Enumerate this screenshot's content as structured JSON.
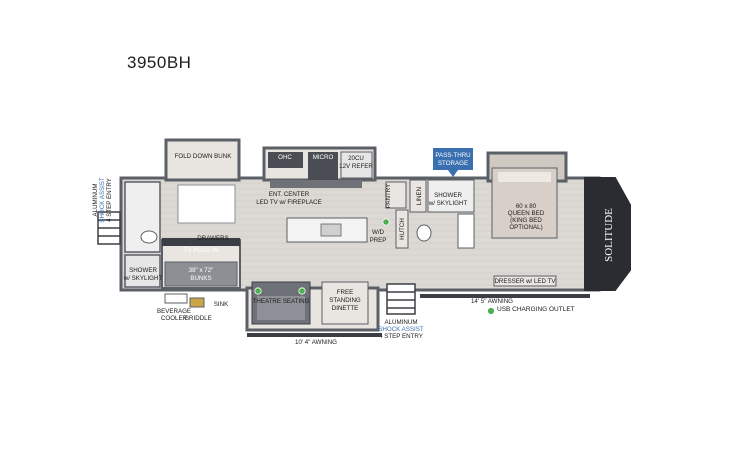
{
  "model": "3950BH",
  "labels": {
    "fold_down_bunk": "FOLD DOWN BUNK",
    "ohc": "OHC",
    "micro": "MICRO",
    "refer_1": "20CU",
    "refer_2": "12V REFER",
    "ent_center_1": "ENT. CENTER",
    "ent_center_2": "LED TV w/ FIREPLACE",
    "pass_thru_1": "PASS-THRU",
    "pass_thru_2": "STORAGE",
    "linen": "LINEN",
    "pantry": "PANTRY",
    "hutch": "HUTCH",
    "wd_prep_1": "W/D",
    "wd_prep_2": "PREP",
    "shower_skylight_1": "SHOWER",
    "shower_skylight_2": "w/ SKYLIGHT",
    "queen_bed_1": "60 x 80",
    "queen_bed_2": "QUEEN BED",
    "queen_bed_3": "(KING BED",
    "queen_bed_4": "OPTIONAL)",
    "dresser": "DRESSER w/ LED TV",
    "awning_front": "14' 5\" AWNING",
    "awning_rear": "10' 4\" AWNING",
    "usb_outlet": "USB CHARGING OUTLET",
    "drawers": "DRAWERS",
    "tv_plug": "TV PLUG IN",
    "bunks_1": "38\" x 72\"",
    "bunks_2": "BUNKS",
    "shower_rear_1": "SHOWER",
    "shower_rear_2": "w/ SKYLIGHT",
    "theatre_seating": "THEATRE SEATING",
    "dinette_1": "FREE",
    "dinette_2": "STANDING",
    "dinette_3": "DINETTE",
    "beverage_cooler_1": "BEVERAGE",
    "beverage_cooler_2": "COOLER",
    "griddle": "GRIDDLE",
    "sink": "SINK",
    "entry_rear_1": "ALUMINUM",
    "entry_rear_2": "SHOCK ASSIST",
    "entry_rear_3": "4 STEP ENTRY",
    "entry_side_1": "ALUMINUM",
    "entry_side_2": "SHOCK ASSIST",
    "entry_side_3": "4 STEP ENTRY",
    "brand_logo": "SOLITUDE"
  },
  "colors": {
    "wall": "#5b5f66",
    "floor": "#d9d6d1",
    "carpet": "#cfc9c2",
    "counter": "#f3f3f3",
    "dark_fixture": "#3b3e44",
    "usb_green": "#4caf50",
    "pass_thru_blue": "#3a6fb0",
    "assist_blue": "#3a6fb0"
  }
}
